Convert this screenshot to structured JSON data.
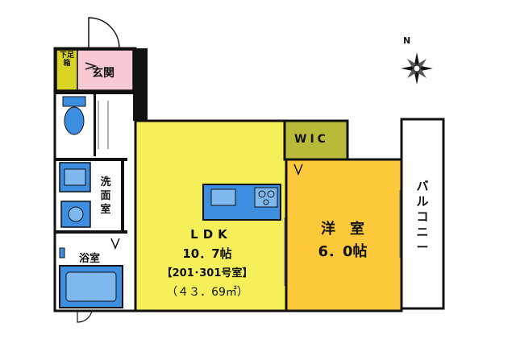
{
  "compass": {
    "north_label": "N"
  },
  "rooms": {
    "shoe_cabinet": "下足箱",
    "entrance": "玄関",
    "washroom": "洗面室",
    "bathroom": "浴室",
    "wic": "WIC",
    "ldk": {
      "name": "LDK",
      "size": "10．7帖",
      "units": "【201･301号室】",
      "area": "（４３．69㎡）"
    },
    "western": {
      "name": "洋　室",
      "size": "6．0帖"
    },
    "balcony": "バルコニー"
  },
  "colors": {
    "ldk": "#f5f05a",
    "western": "#fcc93a",
    "wic": "#b9b93a",
    "entrance": "#f7c9d2",
    "shoe_cabinet": "#d9d424",
    "fixtures": "#3d8ee0",
    "wall": "#111111"
  }
}
